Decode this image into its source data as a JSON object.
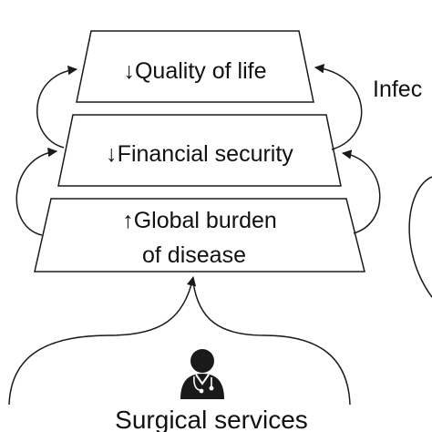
{
  "tiers": [
    {
      "arrow": "↓",
      "text": "Quality of life"
    },
    {
      "arrow": "↓",
      "text": "Financial security"
    },
    {
      "arrow": "↑",
      "line1": "Global burden",
      "line2": "of disease"
    }
  ],
  "side_label_partial": "Infec",
  "bottom_label": "Surgical services",
  "icon": "doctor-icon",
  "colors": {
    "stroke": "#1a1a1a",
    "fill": "#ffffff",
    "text": "#111111"
  }
}
